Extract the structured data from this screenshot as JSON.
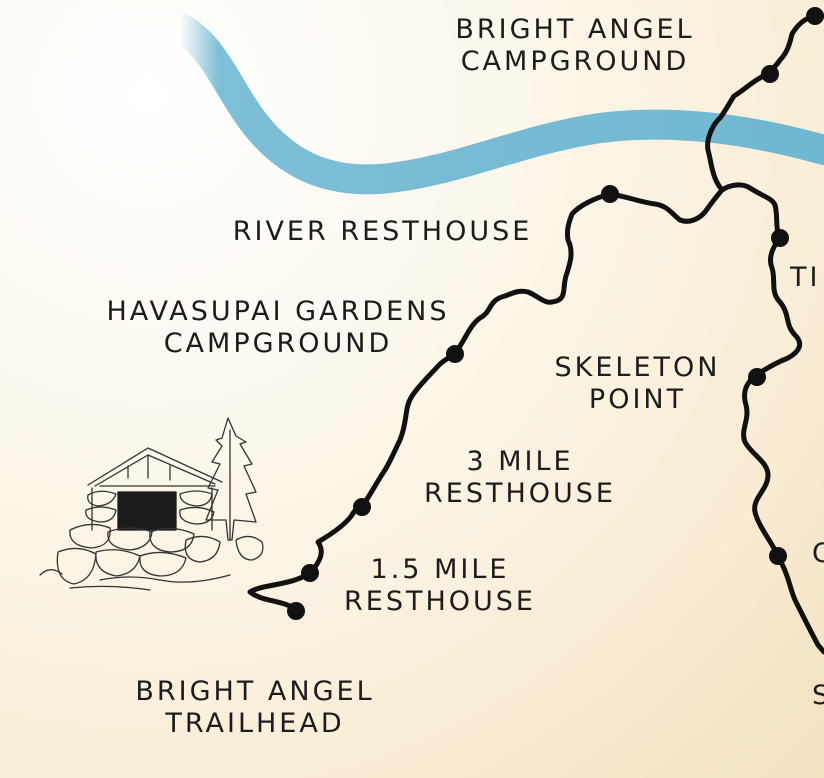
{
  "map": {
    "labels": {
      "bright_angel_campground": [
        "BRIGHT ANGEL",
        "CAMPGROUND"
      ],
      "river_resthouse": [
        "RIVER RESTHOUSE"
      ],
      "havasupai_gardens_campground": [
        "HAVASUPAI GARDENS",
        "CAMPGROUND"
      ],
      "skeleton_point": [
        "SKELETON",
        "POINT"
      ],
      "three_mile_resthouse": [
        "3 MILE",
        "RESTHOUSE"
      ],
      "one_point_five_mile_resthouse": [
        "1.5 MILE",
        "RESTHOUSE"
      ],
      "bright_angel_trailhead": [
        "BRIGHT ANGEL",
        "TRAILHEAD"
      ],
      "partial_ti": "TI",
      "partial_c": "C",
      "partial_s": "S"
    },
    "colors": {
      "river": "#6fb8d2",
      "trail": "#111111",
      "background": "#fbf2e0",
      "text": "#1c1c1c"
    },
    "illustration": "stone-resthouse-sketch"
  }
}
